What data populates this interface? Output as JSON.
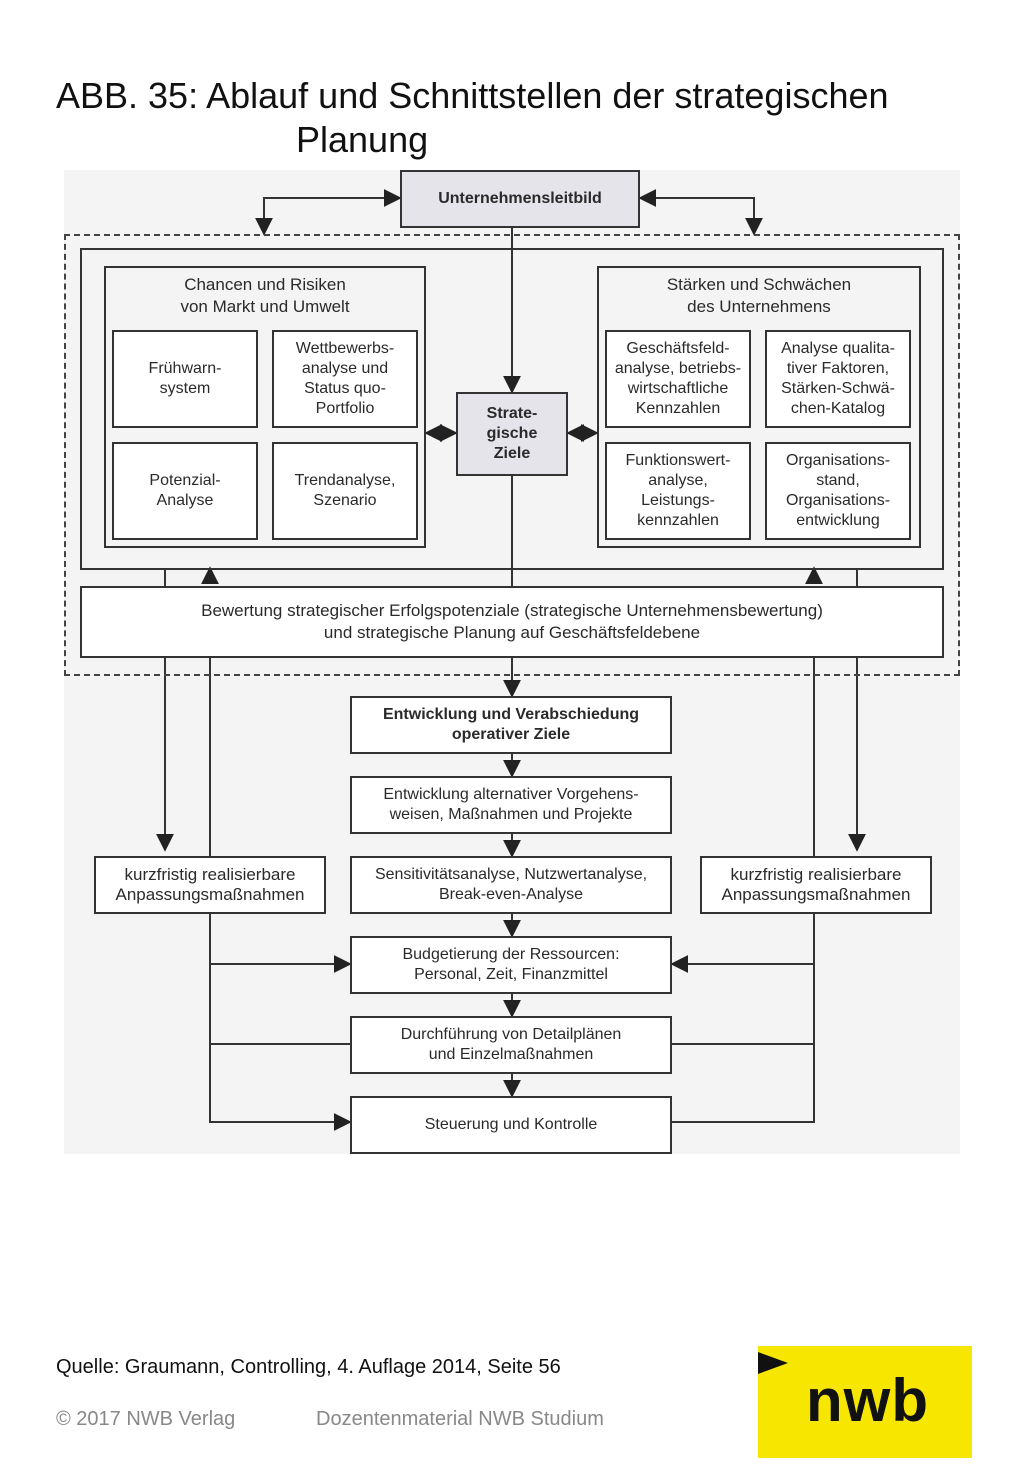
{
  "title": {
    "line1": "ABB. 35: Ablauf und Schnittstellen der strategischen",
    "line2": "Planung"
  },
  "diagram": {
    "top_box": "Unternehmensleitbild",
    "left_group": {
      "heading": "Chancen und Risiken\nvon Markt und Umwelt",
      "items": [
        "Frühwarn-\nsystem",
        "Wettbewerbs-\nanalyse und\nStatus quo-\nPortfolio",
        "Potenzial-\nAnalyse",
        "Trendanalyse,\nSzenario"
      ]
    },
    "center_box": "Strate-\ngische\nZiele",
    "right_group": {
      "heading": "Stärken und Schwächen\ndes Unternehmens",
      "items": [
        "Geschäftsfeld-\nanalyse, betriebs-\nwirtschaftliche\nKennzahlen",
        "Analyse qualita-\ntiver Faktoren,\nStärken-Schwä-\nchen-Katalog",
        "Funktionswert-\nanalyse,\nLeistungs-\nkennzahlen",
        "Organisations-\nstand,\nOrganisations-\nentwicklung"
      ]
    },
    "evaluation": "Bewertung strategischer Erfolgspotenziale (strategische Unternehmensbewertung)\nund strategische Planung auf Geschäftsfeldebene",
    "operative_goals": "Entwicklung und Verabschiedung\noperativer Ziele",
    "alternatives": "Entwicklung alternativer Vorgehens-\nweisen, Maßnahmen und Projekte",
    "sensitivity": "Sensitivitätsanalyse, Nutzwertanalyse,\nBreak-even-Analyse",
    "budget": "Budgetierung der Ressourcen:\nPersonal, Zeit, Finanzmittel",
    "detail": "Durchführung von Detailplänen\nund Einzelmaßnahmen",
    "control": "Steuerung und Kontrolle",
    "short_term_left": "kurzfristig realisierbare\nAnpassungsmaßnahmen",
    "short_term_right": "kurzfristig realisierbare\nAnpassungsmaßnahmen"
  },
  "source": "Quelle: Graumann, Controlling, 4. Auflage 2014, Seite 56",
  "footer": {
    "copyright": "© 2017 NWB Verlag",
    "material": "Dozentenmaterial NWB Studium"
  },
  "logo": {
    "text": "nwb",
    "color": "#f7e600"
  }
}
